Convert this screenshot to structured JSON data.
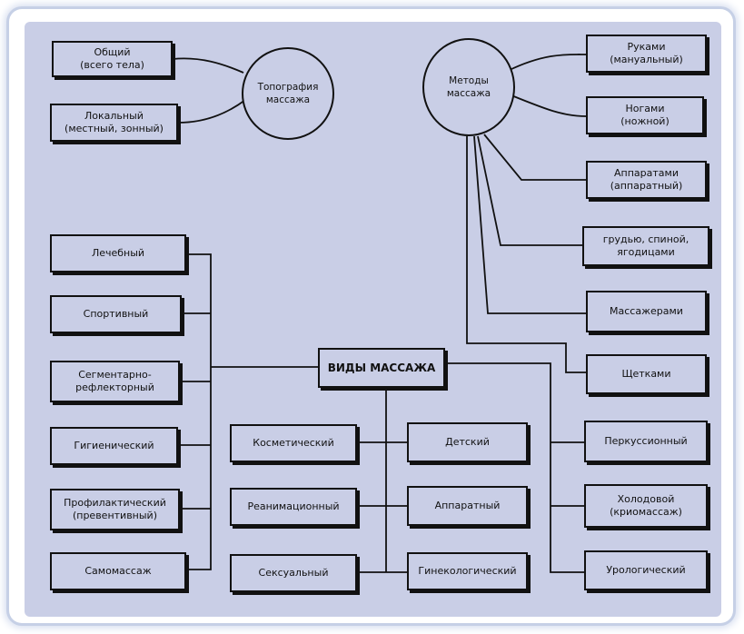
{
  "topography": {
    "title": "Топография\nмассажа",
    "items": [
      "Общий\n(всего тела)",
      "Локальный\n(местный, зонный)"
    ]
  },
  "methods": {
    "title": "Методы\nмассажа",
    "items": [
      "Руками\n(мануальный)",
      "Ногами\n(ножной)",
      "Аппаратами\n(аппаратный)",
      "грудью, спиной,\nягодицами",
      "Массажерами",
      "Щетками"
    ]
  },
  "types": {
    "title": "ВИДЫ МАССАЖА",
    "left": [
      "Лечебный",
      "Спортивный",
      "Сегментарно-\nрефлекторный",
      "Гигиенический",
      "Профилактический\n(превентивный)",
      "Самомассаж"
    ],
    "middle_left": [
      "Косметический",
      "Реанимационный",
      "Сексуальный"
    ],
    "middle_right": [
      "Детский",
      "Аппаратный",
      "Гинекологический"
    ],
    "right": [
      "Перкуссионный",
      "Холодовой\n(криомассаж)",
      "Урологический"
    ]
  }
}
